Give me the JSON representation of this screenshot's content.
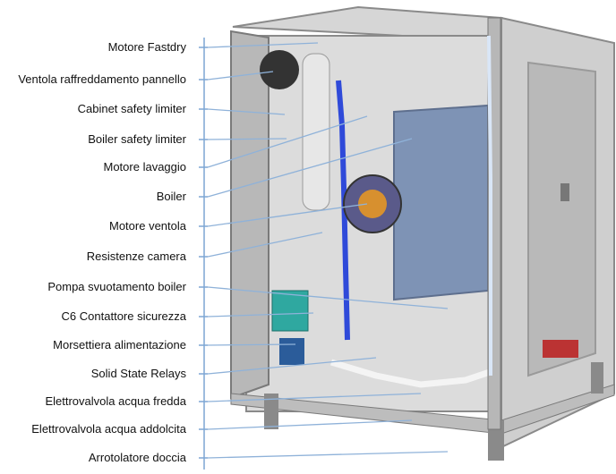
{
  "diagram": {
    "labels": [
      "Motore Fastdry",
      "Ventola raffreddamento pannello",
      "Cabinet safety limiter",
      "Boiler safety limiter",
      "Motore lavaggio",
      "Boiler",
      "Motore ventola",
      "Resistenze camera",
      "Pompa svuotamento boiler",
      "C6 Contattore sicurezza",
      "Morsettiera alimentazione",
      "Solid State Relays",
      "Elettrovalvola acqua fredda",
      "Elettrovalvola acqua addolcita",
      "Arrotolatore doccia"
    ],
    "colors": {
      "leader_line": "#8fb2d9",
      "bracket": "#7da6d4",
      "cabinet_frame": "#9a9a9a",
      "panel": "#c9c9c9",
      "boiler_box": "#7e93b5",
      "blue_pipe": "#2f4ad9",
      "green_board": "#2fa8a0"
    }
  }
}
